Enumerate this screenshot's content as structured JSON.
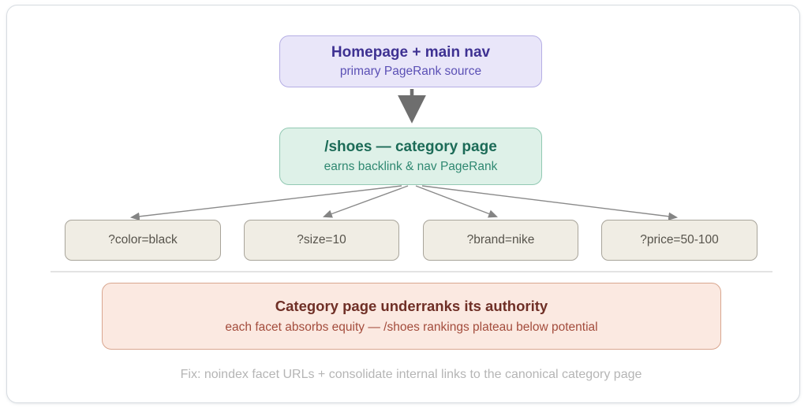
{
  "diagram": {
    "homepage_node": {
      "title": "Homepage + main nav",
      "subtitle": "primary PageRank source"
    },
    "category_node": {
      "title": "/shoes — category page",
      "subtitle": "earns backlink & nav PageRank"
    },
    "facets": [
      {
        "label": "?color=black"
      },
      {
        "label": "?size=10"
      },
      {
        "label": "?brand=nike"
      },
      {
        "label": "?price=50-100"
      }
    ],
    "warning_node": {
      "title": "Category page underranks its authority",
      "subtitle": "each facet absorbs equity — /shoes rankings plateau below potential"
    },
    "fix_note": "Fix: noindex facet URLs + consolidate internal links to the canonical category page",
    "colors": {
      "homepage_bg": "#e9e6f9",
      "homepage_border": "#b5aee4",
      "homepage_text": "#3e3192",
      "category_bg": "#def1e8",
      "category_border": "#92c9b3",
      "category_text": "#1c6b57",
      "facet_bg": "#f0ede4",
      "facet_border": "#a8a49a",
      "facet_text": "#56534b",
      "warning_bg": "#fbe9e1",
      "warning_border": "#d9a68f",
      "warning_title_text": "#6f2f26",
      "warning_subtitle_text": "#a34c3c",
      "connector": "#6e6e6e",
      "fix_text": "#b5b5b5"
    }
  }
}
